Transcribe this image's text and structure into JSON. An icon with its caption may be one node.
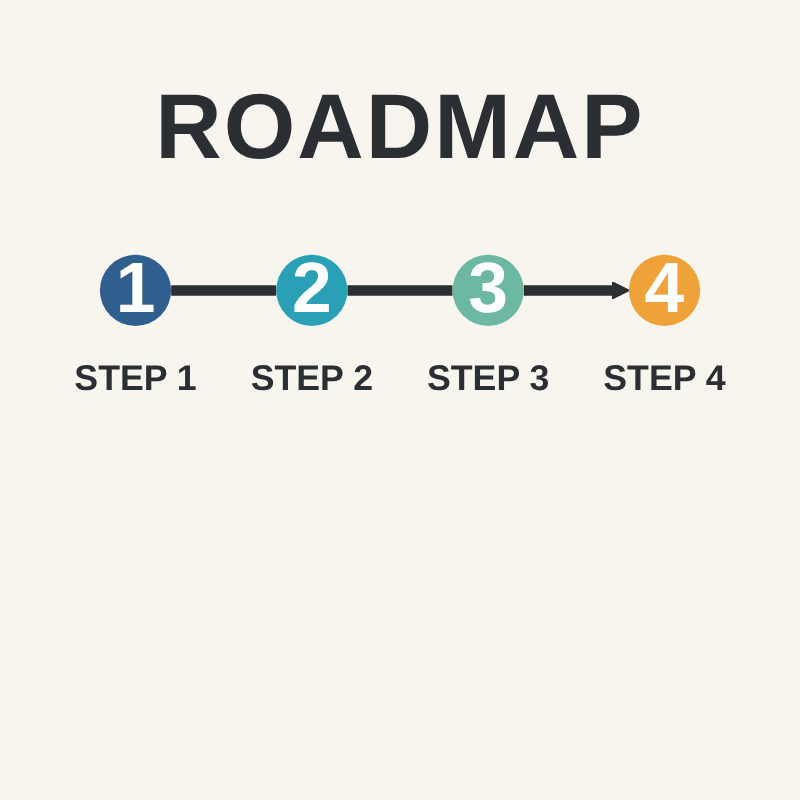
{
  "diagram": {
    "title": "ROADMAP",
    "nodes": [
      {
        "text": [
          "1"
        ],
        "beside": [
          "STEP 1"
        ]
      },
      {
        "text": [
          "2"
        ],
        "beside": [
          "STEP 2"
        ]
      },
      {
        "text": [
          "3"
        ],
        "beside": [
          "STEP 3"
        ]
      },
      {
        "text": [
          "4"
        ],
        "beside": [
          "STEP 4"
        ]
      }
    ],
    "edges": [
      {
        "from": 0,
        "to": 1,
        "arrow": "none"
      },
      {
        "from": 1,
        "to": 2,
        "arrow": "none"
      },
      {
        "from": 2,
        "to": 3,
        "arrow": "to"
      }
    ]
  }
}
